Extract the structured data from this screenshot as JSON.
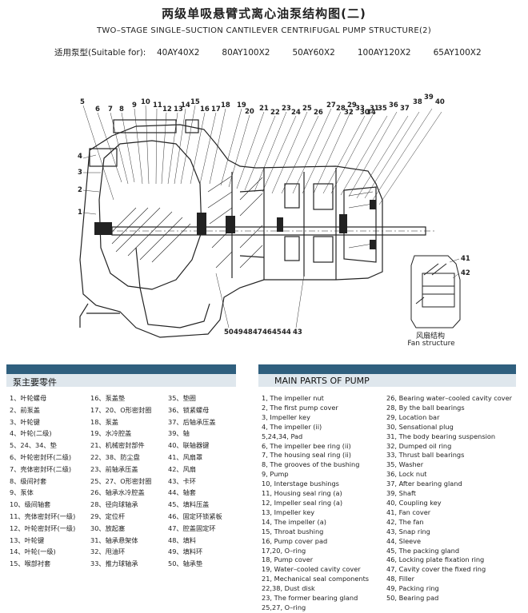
{
  "title_cn": "两级单吸悬臂式离心油泵结构图(二)",
  "title_en": "TWO–STAGE SINGLE–SUCTION CANTILEVER CENTRIFUGAL PUMP STRUCTURE(2)",
  "models_label": "适用泵型(Suitable for):",
  "models": [
    "40AY40X2",
    "80AY100X2",
    "50AY60X2",
    "100AY120X2",
    "65AY100X2"
  ],
  "fan_cn": "风扇结构",
  "fan_en": "Fan structure",
  "cn_header": "泵主要零件",
  "en_header": "MAIN PARTS OF PUMP",
  "callouts_top": [
    "5",
    "6",
    "7",
    "8",
    "9",
    "10",
    "11",
    "12",
    "13",
    "14",
    "15",
    "16",
    "17",
    "18",
    "19",
    "20",
    "21",
    "22",
    "23",
    "24",
    "25",
    "26",
    "27",
    "28",
    "29",
    "30",
    "31",
    "32",
    "33",
    "34",
    "35",
    "36",
    "37",
    "38",
    "39",
    "40"
  ],
  "callouts_left": [
    "4",
    "3",
    "2",
    "1"
  ],
  "callouts_bottom": [
    "50",
    "49",
    "48",
    "47",
    "46",
    "45",
    "44",
    "43"
  ],
  "callouts_fan": [
    "41",
    "42"
  ],
  "cn_col1": [
    "1、叶轮螺母",
    "2、前泵盖",
    "3、叶轮键",
    "4、叶轮(二级)",
    "5、24、34、垫",
    "6、叶轮密封环(二级)",
    "7、壳体密封环(二级)",
    "8、级间衬套",
    "9、泵体",
    "10、级间轴套",
    "11、壳体密封环(一级)",
    "12、叶轮密封环(一级)",
    "13、叶轮键",
    "14、叶轮(一级)",
    "15、喉部衬套"
  ],
  "cn_col2": [
    "16、泵盖垫",
    "17、20、O形密封圈",
    "18、泵盖",
    "19、水冷腔盖",
    "21、机械密封部件",
    "22、38、防尘盘",
    "23、前轴承压盖",
    "25、27、O形密封圈",
    "26、轴承水冷腔盖",
    "28、径向球轴承",
    "29、定位杆",
    "30、放起塞",
    "31、轴承悬架体",
    "32、甩油环",
    "33、推力球轴承"
  ],
  "cn_col3": [
    "35、垫圈",
    "36、锁紧螺母",
    "37、后轴承压盖",
    "39、轴",
    "40、联轴器键",
    "41、风扇罩",
    "42、风扇",
    "43、卡环",
    "44、轴套",
    "45、填料压盖",
    "46、固定环锁紧板",
    "47、腔盖固定环",
    "48、填料",
    "49、填料环",
    "50、轴承垫"
  ],
  "en_col1": [
    "1, The impeller nut",
    "2, The first pump cover",
    "3, Impeller key",
    "4, The impeller (ii)",
    "5,24,34, Pad",
    "6, The impeller bee ring (ii)",
    "7, The housing seal ring (ii)",
    "8, The grooves of the bushing",
    "9, Pump",
    "10, Interstage bushings",
    "11, Housing seal ring (a)",
    "12, Impeller seal ring (a)",
    "13, Impeller key",
    "14, The impeller (a)",
    "15, Throat bushing",
    "16, Pump cover pad",
    "17,20, O–ring",
    "18, Pump cover",
    "19, Water–cooled cavity cover",
    "21, Mechanical seal components",
    "22,38, Dust disk",
    "23, The former bearing gland",
    "25,27, O–ring"
  ],
  "en_col2": [
    "26, Bearing water–cooled cavity cover",
    "28, By the ball bearings",
    "29, Location bar",
    "30, Sensational plug",
    "31, The body bearing suspension",
    "32, Dumped oil ring",
    "33, Thrust ball bearings",
    "35, Washer",
    "36, Lock nut",
    "37, After bearing gland",
    "39, Shaft",
    "40, Coupling key",
    "41, Fan cover",
    "42, The fan",
    "43, Snap ring",
    "44, Sleeve",
    "45, The packing gland",
    "46, Locking plate fixation ring",
    "47, Cavity cover the fixed ring",
    "48, Filler",
    "49, Packing ring",
    "50, Bearing pad"
  ]
}
